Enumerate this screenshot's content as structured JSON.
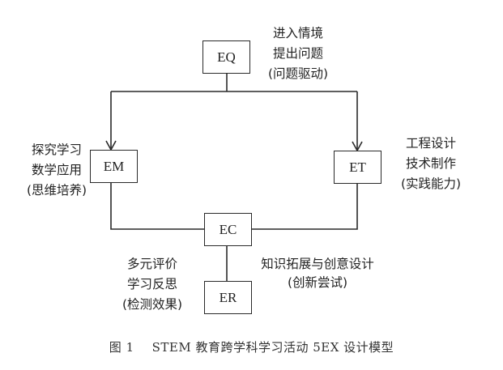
{
  "nodes": {
    "eq": {
      "label": "EQ",
      "notes": [
        "进入情境",
        "提出问题",
        "(问题驱动)"
      ]
    },
    "em": {
      "label": "EM",
      "notes": [
        "探究学习",
        "数学应用",
        "(思维培养)"
      ]
    },
    "et": {
      "label": "ET",
      "notes": [
        "工程设计",
        "技术制作",
        "(实践能力)"
      ]
    },
    "ec": {
      "label": "EC",
      "notes": [
        "知识拓展与创意设计",
        "(创新尝试)"
      ]
    },
    "er": {
      "label": "ER",
      "notes": [
        "多元评价",
        "学习反思",
        "(检测效果)"
      ]
    }
  },
  "caption": {
    "figure_number": "图 1",
    "title": "STEM 教育跨学科学习活动 5EX 设计模型"
  },
  "colors": {
    "line": "#2a2a2a",
    "text": "#222222"
  }
}
